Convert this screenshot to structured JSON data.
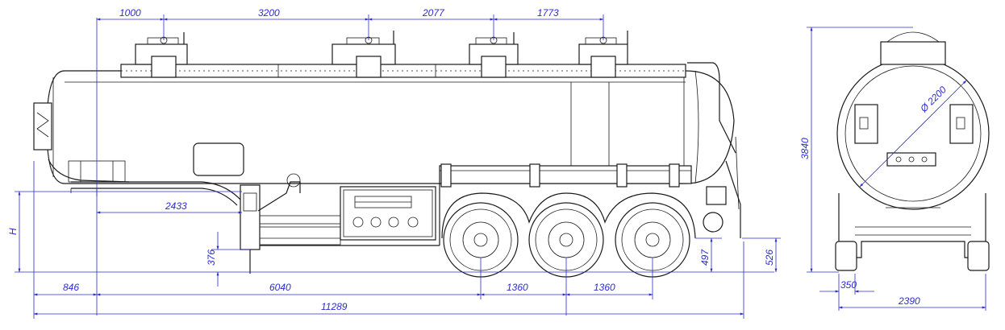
{
  "drawing": {
    "colors": {
      "line": "#1a1a1a",
      "dimension": "#2b2bd6",
      "background": "#ffffff"
    },
    "side_view": {
      "top_dims": [
        "1000",
        "3200",
        "2077",
        "1773"
      ],
      "bottom_dims": [
        "846",
        "6040",
        "1360",
        "1360"
      ],
      "overall_length": "11289",
      "kingpin_dim": "2433",
      "height_label": "H",
      "dim_376": "376",
      "dim_497": "497",
      "dim_526": "526"
    },
    "rear_view": {
      "height": "3840",
      "diameter": "Ø 2200",
      "width": "2390",
      "wheel_offset": "350"
    }
  }
}
